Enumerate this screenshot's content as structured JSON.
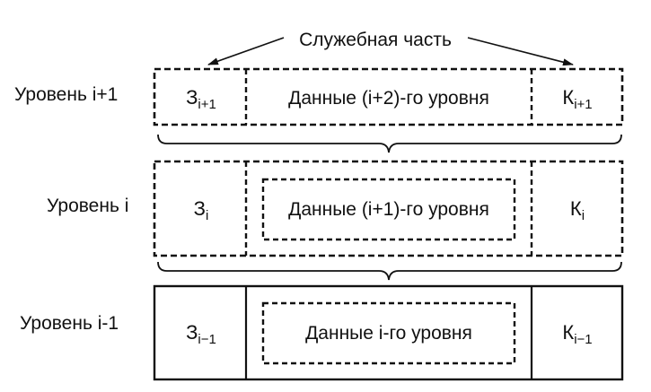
{
  "header_label": "Служебная часть",
  "levels": [
    {
      "label": "Уровень i+1",
      "header": {
        "base": "З",
        "sub": "i+1"
      },
      "data": "Данные (i+2)-го уровня",
      "trailer": {
        "base": "К",
        "sub": "i+1"
      }
    },
    {
      "label": "Уровень i",
      "header": {
        "base": "З",
        "sub": "i"
      },
      "data": "Данные (i+1)-го уровня",
      "trailer": {
        "base": "К",
        "sub": "i"
      }
    },
    {
      "label": "Уровень i-1",
      "header": {
        "base": "З",
        "sub": "i−1"
      },
      "data": "Данные i-го уровня",
      "trailer": {
        "base": "К",
        "sub": "i−1"
      }
    }
  ]
}
